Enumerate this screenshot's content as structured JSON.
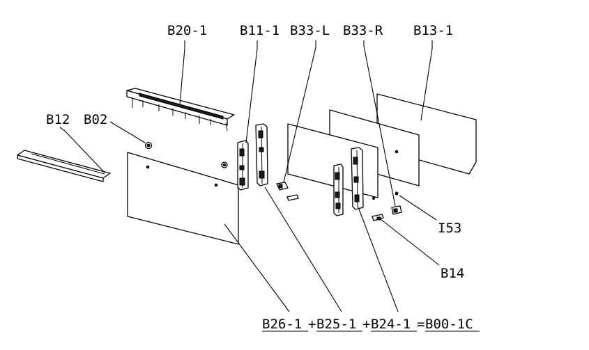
{
  "diagram": {
    "labels": {
      "b20": "B20-1",
      "b11": "B11-1",
      "b33l": "B33-L",
      "b33r": "B33-R",
      "b13": "B13-1",
      "b12": "B12",
      "b02": "B02",
      "i53": "I53",
      "b14": "B14"
    },
    "formula": {
      "p1": "B26-1",
      "plus1": "+",
      "p2": "B25-1",
      "plus2": "+",
      "p3": "B24-1",
      "eq": "=",
      "result": "B00-1C"
    }
  }
}
